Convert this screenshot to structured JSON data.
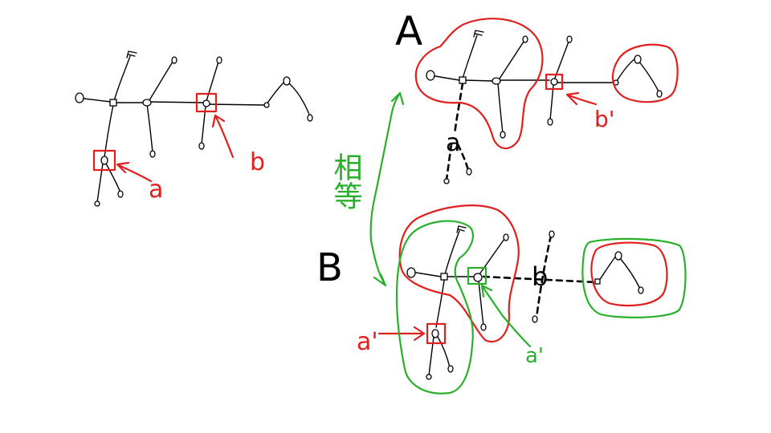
{
  "labels": {
    "tree_a": "A",
    "tree_b": "B",
    "node_a": "a",
    "node_b": "b",
    "node_a_prime": "a'",
    "node_b_prime": "b'",
    "equal_text": "相等"
  },
  "colors": {
    "ink": "#000000",
    "red": "#e0201e",
    "green": "#29b02b"
  }
}
